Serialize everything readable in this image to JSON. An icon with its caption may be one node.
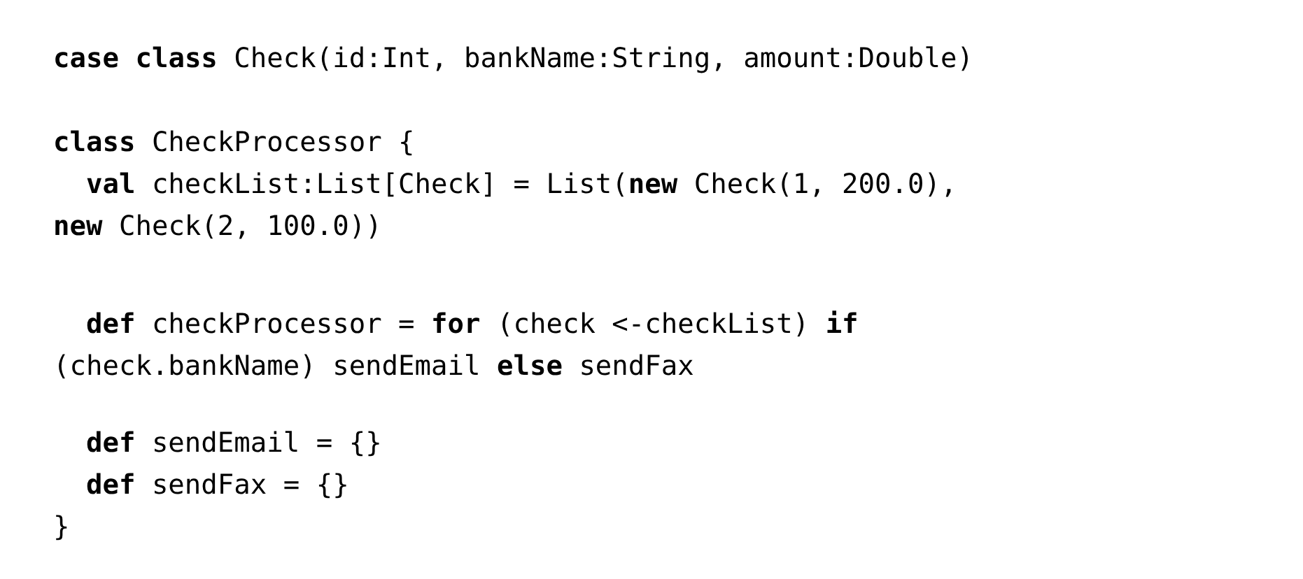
{
  "diagram": {
    "labels": [
      "**case** **class** Check(id:Int, bankName:String, amount:Double)",
      "**class** CheckProcessor {",
      "**val** checkList:List[Check] = List(**new** Check(1, 200.0), **new** Check(2, 100.0))",
      "**def** checkProcessor = **for** (check <-checkList) **if** (check.bankName) sendEmail **else** sendFax",
      "**def** sendEmail = {}",
      "**def** sendFax = {}",
      "}"
    ]
  }
}
